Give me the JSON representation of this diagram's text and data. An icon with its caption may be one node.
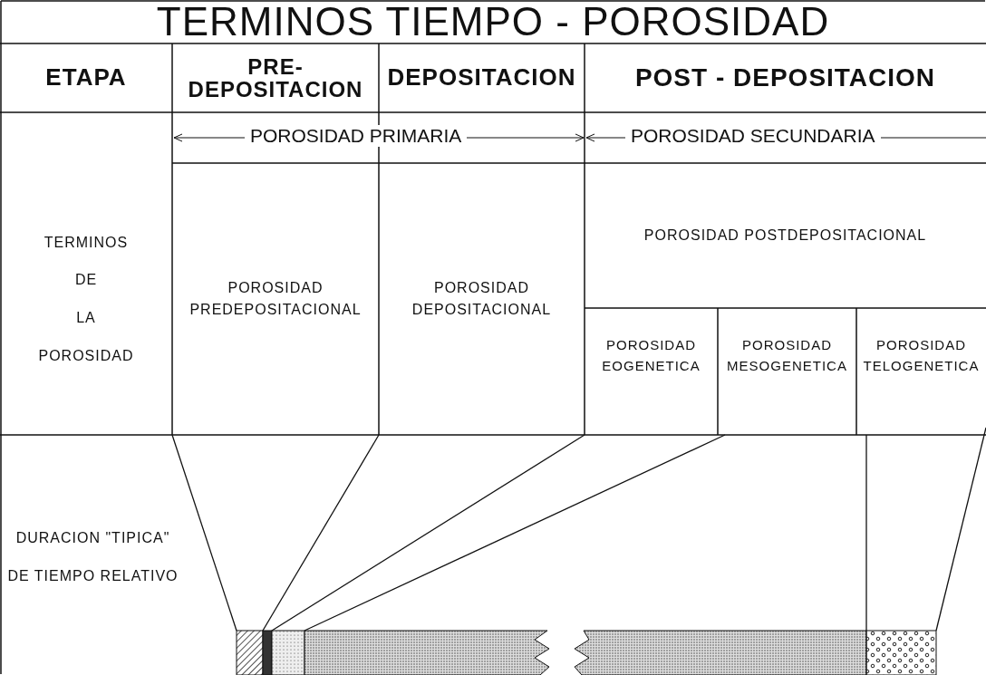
{
  "diagram": {
    "title": "TERMINOS TIEMPO - POROSIDAD",
    "nodes": [
      {
        "text": [
          "ETAPA"
        ]
      },
      {
        "text": [
          "PRE- DEPOSITACION"
        ]
      },
      {
        "text": [
          "DEPOSITACION"
        ]
      },
      {
        "text": [
          "POST - DEPOSITACION"
        ]
      },
      {
        "text": [
          "TERMINOS DE LA POROSIDAD"
        ]
      },
      {
        "text": [
          "POROSIDAD PREDEPOSITACIONAL"
        ]
      },
      {
        "text": [
          "POROSIDAD DEPOSITACIONAL"
        ]
      },
      {
        "text": [
          "POROSIDAD POSTDEPOSITACIONAL"
        ]
      },
      {
        "text": [
          "POROSIDAD EOGENETICA"
        ]
      },
      {
        "text": [
          "POROSIDAD MESOGENETICA"
        ]
      },
      {
        "text": [
          "POROSIDAD TELOGENETICA"
        ]
      },
      {
        "text": [
          "DURACION \"TIPICA\" DE TIEMPO RELATIVO"
        ]
      }
    ],
    "edges": [],
    "labels": [
      "POROSIDAD PRIMARIA",
      "POROSIDAD SECUNDARIA"
    ]
  }
}
